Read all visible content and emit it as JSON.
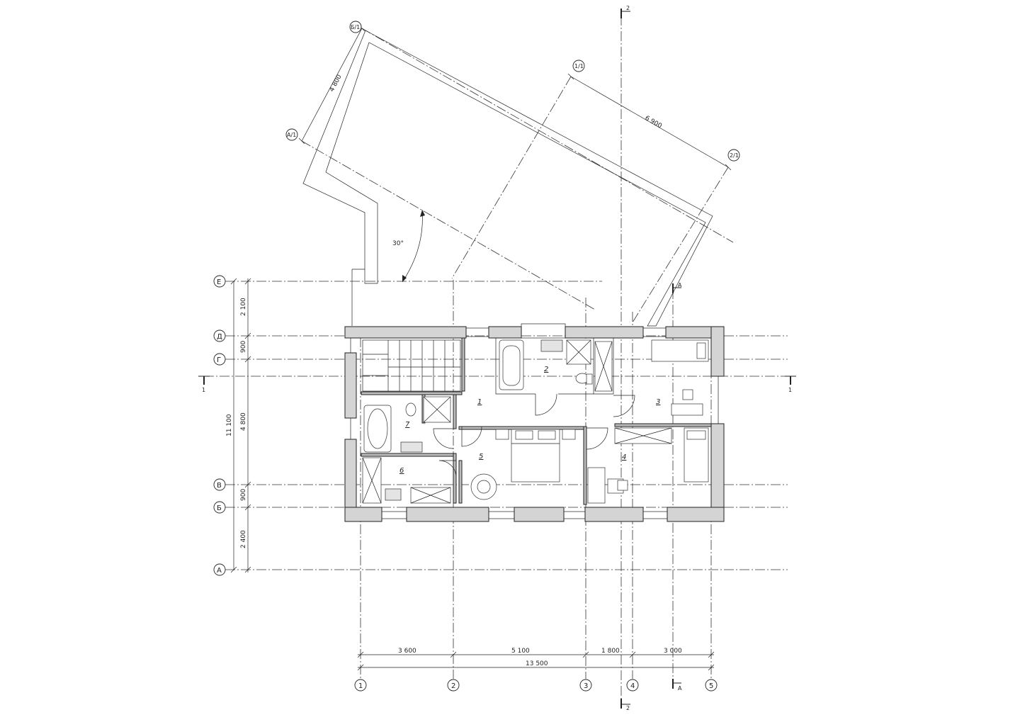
{
  "axes_horizontal": [
    {
      "label": "Е"
    },
    {
      "label": "Д"
    },
    {
      "label": "Г"
    },
    {
      "label": "В"
    },
    {
      "label": "Б"
    },
    {
      "label": "А"
    }
  ],
  "axes_vertical": [
    {
      "label": "1"
    },
    {
      "label": "2"
    },
    {
      "label": "3"
    },
    {
      "label": "4"
    },
    {
      "label": "5"
    }
  ],
  "axes_rotated": [
    {
      "label": "Б/1"
    },
    {
      "label": "А/1"
    },
    {
      "label": "1/1"
    },
    {
      "label": "2/1"
    }
  ],
  "dimensions_left": {
    "segments": [
      "2 100",
      "900",
      "4 800",
      "900",
      "2 400"
    ],
    "overall": "11 100"
  },
  "dimensions_bottom": {
    "segments": [
      "3 600",
      "5 100",
      "1 800",
      "3 000"
    ],
    "overall": "13 500"
  },
  "dimensions_rotated": {
    "short": "4 800",
    "long": "6 900"
  },
  "angle_label": "30°",
  "rooms": [
    "1",
    "2",
    "3",
    "4",
    "5",
    "6",
    "7"
  ],
  "section_marks": {
    "cut_1": "1",
    "cut_2": "2",
    "cut_a": "А"
  }
}
